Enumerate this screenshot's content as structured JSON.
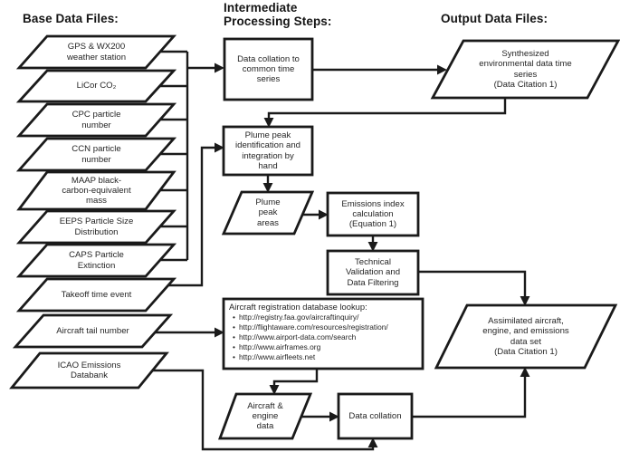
{
  "figure": {
    "type": "flowchart",
    "background": "#ffffff",
    "line_color": "#1a1a1a",
    "text_color": "#262626"
  },
  "headings": {
    "base": "Base Data Files:",
    "intermediate": "Intermediate\nProcessing Steps:",
    "output": "Output Data Files:"
  },
  "nodes": {
    "gps": {
      "shape": "parallelogram",
      "label": "GPS & WX200\nweather station"
    },
    "licor": {
      "shape": "parallelogram",
      "label": "LiCor CO₂"
    },
    "cpc": {
      "shape": "parallelogram",
      "label": "CPC particle\nnumber"
    },
    "ccn": {
      "shape": "parallelogram",
      "label": "CCN particle\nnumber"
    },
    "maap": {
      "shape": "parallelogram",
      "label": "MAAP black-\ncarbon-equivalent\nmass"
    },
    "eeps": {
      "shape": "parallelogram",
      "label": "EEPS Particle Size\nDistribution"
    },
    "caps": {
      "shape": "parallelogram",
      "label": "CAPS Particle\nExtinction"
    },
    "takeoff": {
      "shape": "parallelogram",
      "label": "Takeoff time event"
    },
    "tail_number": {
      "shape": "parallelogram",
      "label": "Aircraft tail number"
    },
    "icao": {
      "shape": "parallelogram",
      "label": "ICAO Emissions\nDatabank"
    },
    "data_collation_time_series": {
      "shape": "rectangle",
      "label": "Data collation to\ncommon time\nseries"
    },
    "plume_peak_id": {
      "shape": "rectangle",
      "label": "Plume peak\nidentification and\nintegration by\nhand"
    },
    "plume_peak_areas": {
      "shape": "parallelogram",
      "label": "Plume\npeak\nareas"
    },
    "emissions_index": {
      "shape": "rectangle",
      "label": "Emissions index\ncalculation\n(Equation 1)"
    },
    "tech_validation": {
      "shape": "rectangle",
      "label": "Technical\nValidation and\nData Filtering"
    },
    "lookup": {
      "shape": "rectangle",
      "title": "Aircraft registration database lookup:",
      "urls": [
        "http://registry.faa.gov/aircraftinquiry/",
        "http://flightaware.com/resources/registration/",
        "http://www.airport-data.com/search",
        "http://www.airframes.org",
        "http://www.airfleets.net"
      ]
    },
    "aircraft_engine_data": {
      "shape": "parallelogram",
      "label": "Aircraft &\nengine\ndata"
    },
    "data_collation": {
      "shape": "rectangle",
      "label": "Data collation"
    },
    "synthesized": {
      "shape": "parallelogram",
      "label": "Synthesized\nenvironmental data time\nseries\n(Data Citation 1)"
    },
    "assimilated": {
      "shape": "parallelogram",
      "label": "Assimilated aircraft,\nengine, and emissions\ndata set\n(Data Citation 1)"
    }
  },
  "edges": [
    "base files (GPS, LiCor, CPC, CCN, MAAP, EEPS, CAPS) -> Data collation to common time series",
    "Data collation to common time series -> Synthesized environmental data time series",
    "Synthesized environmental data time series -> Plume peak identification and integration by hand",
    "Takeoff time event -> Plume peak identification and integration by hand",
    "Plume peak identification -> Plume peak areas",
    "Plume peak areas -> Emissions index calculation",
    "Emissions index calculation -> Technical Validation and Data Filtering",
    "Technical Validation and Data Filtering -> Assimilated data set",
    "Aircraft tail number -> Aircraft registration database lookup",
    "Aircraft registration database lookup -> Aircraft & engine data",
    "Aircraft & engine data -> Data collation",
    "ICAO Emissions Databank -> Data collation",
    "Data collation -> Assimilated data set"
  ]
}
